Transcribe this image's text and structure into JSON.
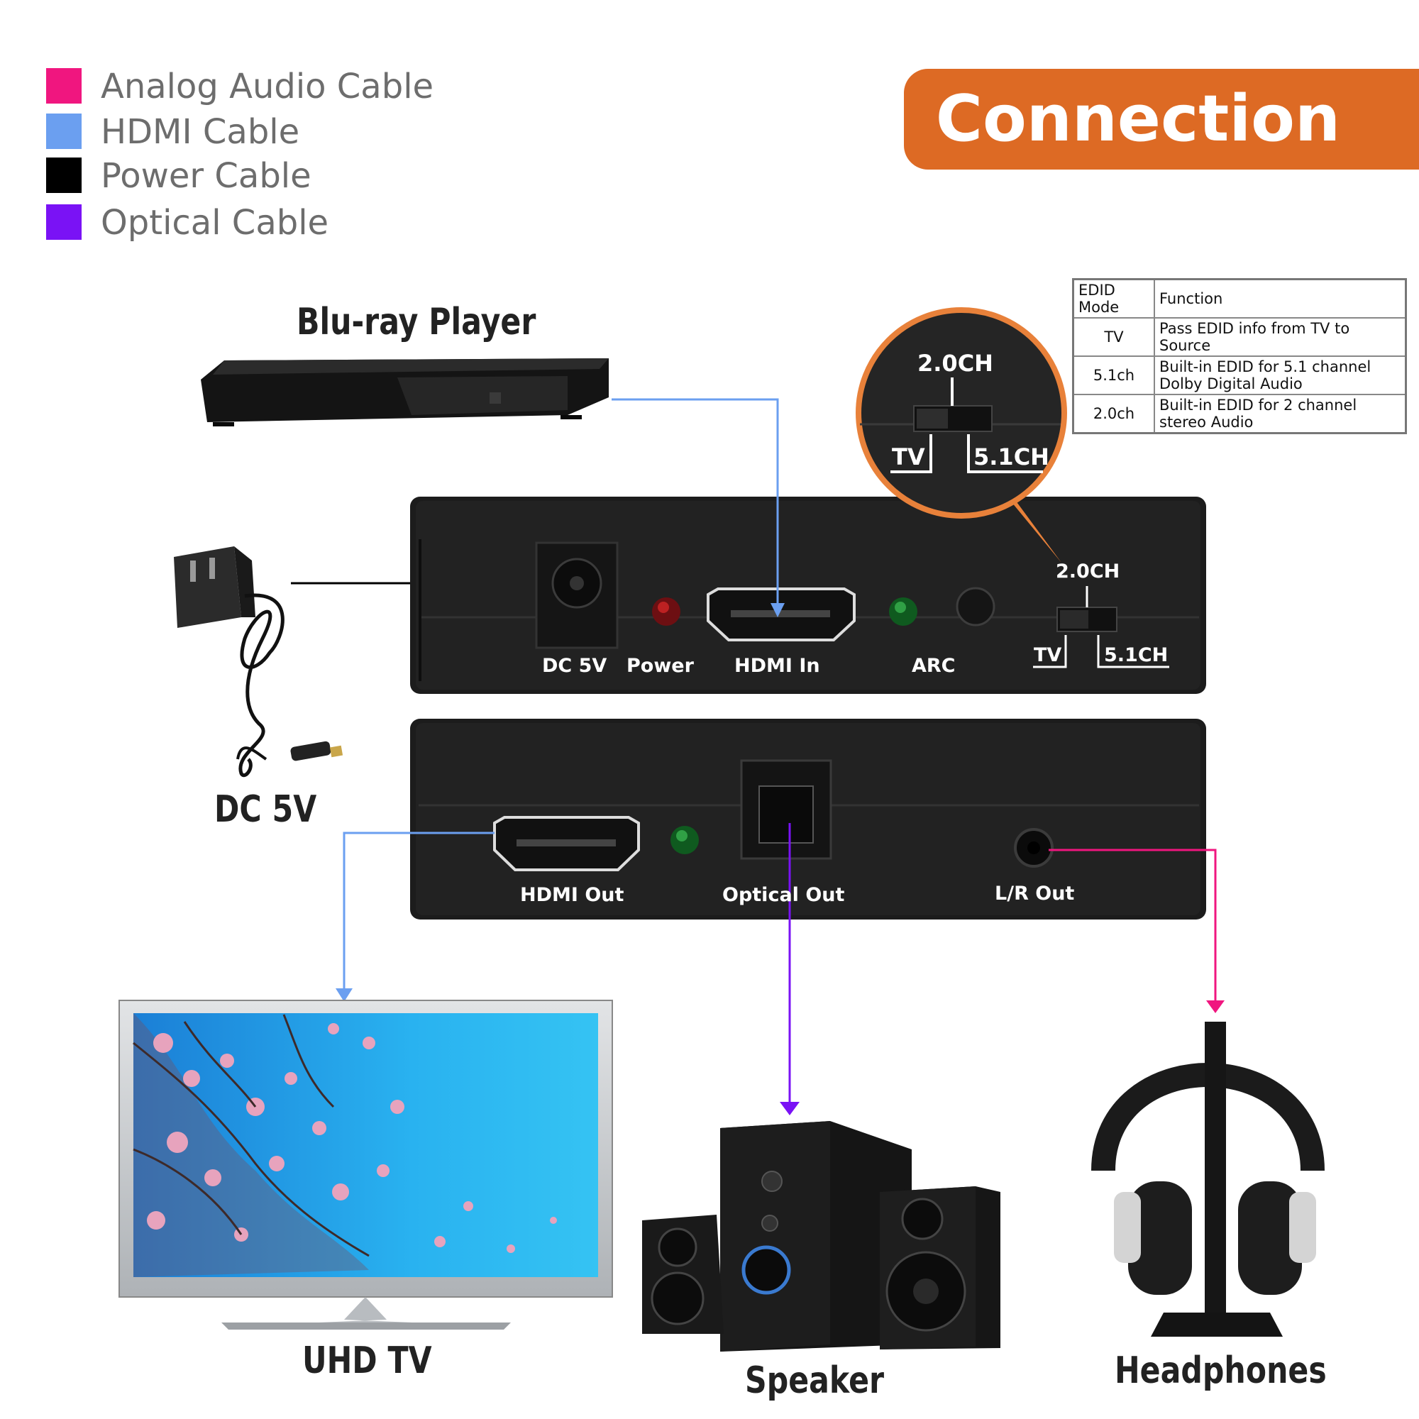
{
  "legend": [
    {
      "label": "Analog Audio Cable",
      "color": "#f0167f"
    },
    {
      "label": "HDMI Cable",
      "color": "#6b9ff0"
    },
    {
      "label": "Power Cable",
      "color": "#000000"
    },
    {
      "label": "Optical Cable",
      "color": "#7a12f5"
    }
  ],
  "title": "Connection",
  "devices": {
    "bluray": "Blu-ray Player",
    "dc": "DC 5V",
    "tv": "UHD TV",
    "speaker": "Speaker",
    "headphones": "Headphones"
  },
  "front_panel": {
    "dc": "DC 5V",
    "power": "Power",
    "hdmi_in": "HDMI In",
    "arc": "ARC",
    "switch_top": "2.0CH",
    "switch_left": "TV",
    "switch_right": "5.1CH"
  },
  "back_panel": {
    "hdmi_out": "HDMI Out",
    "optical_out": "Optical Out",
    "lr_out": "L/R Out"
  },
  "zoom": {
    "top": "2.0CH",
    "left": "TV",
    "right": "5.1CH"
  },
  "edid_table": {
    "headers": [
      "EDID Mode",
      "Function"
    ],
    "rows": [
      {
        "mode": "TV",
        "function": "Pass EDID info from TV to Source"
      },
      {
        "mode": "5.1ch",
        "function": "Built-in EDID for 5.1 channel Dolby Digital Audio"
      },
      {
        "mode": "2.0ch",
        "function": "Built-in EDID for 2 channel stereo Audio"
      }
    ]
  },
  "colors": {
    "accent": "#dd6a24",
    "hdmi": "#6b9ff0",
    "optical": "#7a12f5",
    "analog": "#f0167f",
    "device_body": "#1c1c1c"
  }
}
